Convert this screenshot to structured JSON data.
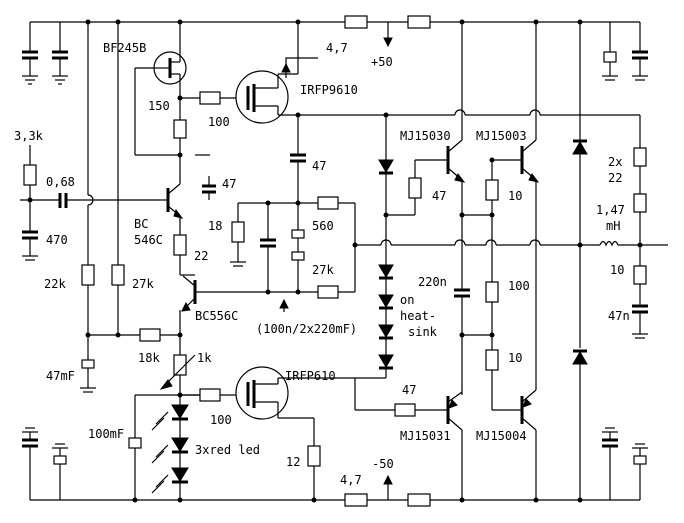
{
  "labels": {
    "bf245b": "BF245B",
    "r150": "150",
    "r100_top": "100",
    "irfp9610": "IRFP9610",
    "r47_top": "4,7",
    "plus50": "+50",
    "r3k3": "3,3k",
    "c068": "0,68",
    "r470": "470",
    "r22k": "22k",
    "r27k": "27k",
    "bc546c_1": "BC",
    "bc546c_2": "546C",
    "c47_mid": "47",
    "r18": "18",
    "r22": "22",
    "c47_gate": "47",
    "r560": "560",
    "r27k_b": "27k",
    "bc556c": "BC556C",
    "note": "(100n/2x220mF)",
    "r18k": "18k",
    "r1k": "1k",
    "c47mf": "47mF",
    "irfp610": "IRFP610",
    "r100_bot": "100",
    "c100mf": "100mF",
    "leds": "3xred led",
    "r12": "12",
    "r47_bot": "4,7",
    "minus50": "-50",
    "mj15030": "MJ15030",
    "mj15003": "MJ15003",
    "r47_b1": "47",
    "r10_a": "10",
    "c220n": "220n",
    "on": "on",
    "heat": "heat-",
    "sink": "sink",
    "r100_mid": "100",
    "r10_b": "10",
    "r47_b2": "47",
    "mj15031": "MJ15031",
    "mj15004": "MJ15004",
    "r2x": "2x",
    "r22_out": "22",
    "l147": "1,47",
    "mh": "mH",
    "r10_out": "10",
    "c47n": "47n"
  }
}
